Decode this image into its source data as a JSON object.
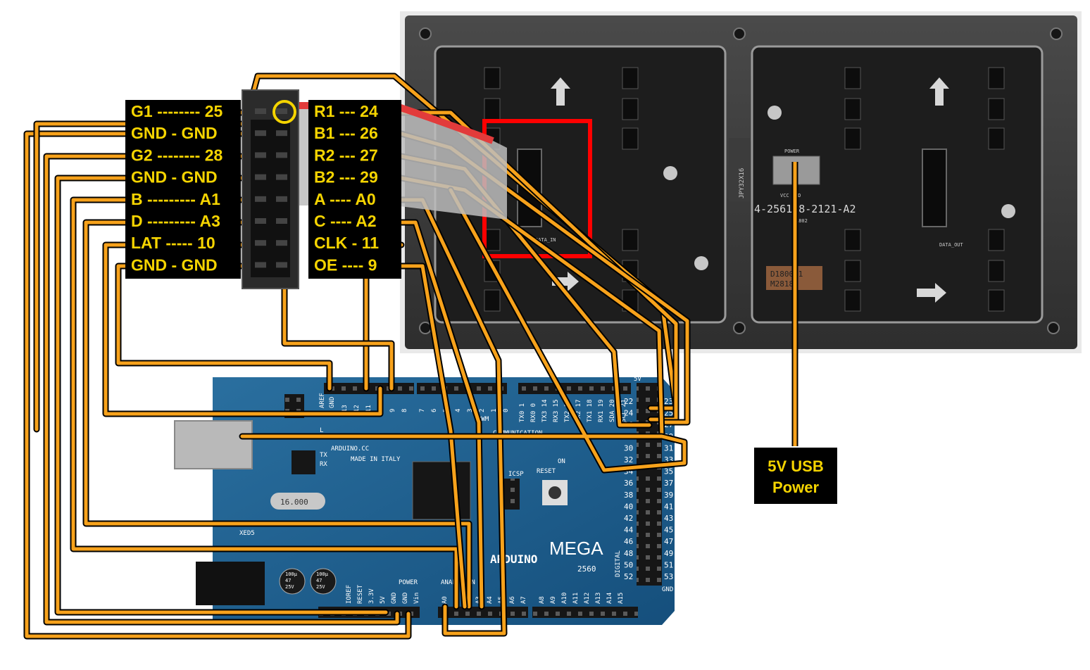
{
  "connector_pins": {
    "left": [
      {
        "label": "G1 -------- 25"
      },
      {
        "label": "GND - GND"
      },
      {
        "label": "G2 -------- 28"
      },
      {
        "label": "GND - GND"
      },
      {
        "label": "B --------- A1"
      },
      {
        "label": "D --------- A3"
      },
      {
        "label": "LAT ----- 10"
      },
      {
        "label": "GND - GND"
      }
    ],
    "right": [
      {
        "label": "R1 --- 24"
      },
      {
        "label": "B1 --- 26"
      },
      {
        "label": "R2 --- 27"
      },
      {
        "label": "B2 --- 29"
      },
      {
        "label": "A ---- A0"
      },
      {
        "label": "C ---- A2"
      },
      {
        "label": "CLK - 11"
      },
      {
        "label": "OE ---- 9"
      }
    ]
  },
  "power_label": {
    "line1": "5V USB",
    "line2": "Power"
  },
  "led_panel": {
    "part_number": "4-256128-2121-A2",
    "part_sub": "1802",
    "power_header": "POWER",
    "vcc_gnd": "VCC  GND",
    "data_in": "DATA_IN",
    "data_out": "DATA_OUT",
    "sticker_line1": "D180091",
    "sticker_line2": "M2818",
    "side_text": "JPY32X16"
  },
  "arduino": {
    "brand": "ARDUINO",
    "model": "MEGA",
    "model_number": "2560",
    "site": "ARDUINO.CC",
    "made_in": "MADE IN ITALY",
    "crystal": "16.000",
    "section_power": "POWER",
    "section_analog": "ANALOG IN",
    "section_comm": "COMMUNICATION",
    "section_digital": "DIGITAL",
    "pwm_label": "PWM",
    "on_label": "ON",
    "tx_label": "TX",
    "rx_label": "RX",
    "l_label": "L",
    "reset_label": "RESET",
    "icsp_label": "ICSP",
    "gnd_label": "GND",
    "aref_label": "AREF",
    "top_digital": [
      "13",
      "12",
      "11",
      "10",
      "9",
      "8",
      "7",
      "6",
      "5",
      "4",
      "3",
      "2",
      "1",
      "0"
    ],
    "comm_pins": [
      "TX0 1",
      "RX0 0",
      "TX3 14",
      "RX3 15",
      "TX2 16",
      "RX2 17",
      "TX1 18",
      "RX1 19",
      "SDA 20",
      "SCL 21"
    ],
    "power_pins": [
      "IOREF",
      "RESET",
      "3.3V",
      "5V",
      "GND",
      "GND",
      "Vin"
    ],
    "analog_pins": [
      "A0",
      "A1",
      "A2",
      "A3",
      "A4",
      "A5",
      "A6",
      "A7",
      "A8",
      "A9",
      "A10",
      "A11",
      "A12",
      "A13",
      "A14",
      "A15"
    ],
    "header_rows": [
      [
        "22",
        "23"
      ],
      [
        "24",
        "25"
      ],
      [
        "26",
        "27"
      ],
      [
        "28",
        "29"
      ],
      [
        "30",
        "31"
      ],
      [
        "32",
        "33"
      ],
      [
        "34",
        "35"
      ],
      [
        "36",
        "37"
      ],
      [
        "38",
        "39"
      ],
      [
        "40",
        "41"
      ],
      [
        "42",
        "43"
      ],
      [
        "44",
        "45"
      ],
      [
        "46",
        "47"
      ],
      [
        "48",
        "49"
      ],
      [
        "50",
        "51"
      ],
      [
        "52",
        "53"
      ]
    ],
    "cap_text": [
      "100µ",
      "47",
      "25V"
    ],
    "xeds": "XED5",
    "header_5v": "5V",
    "header_gnd": "GND"
  },
  "colors": {
    "wire_orange": "#f7a21b",
    "label_yellow": "#f5d400",
    "board_blue": "#1b5f91",
    "panel_black": "#2b2b2b",
    "red_marker": "#ff0000"
  }
}
